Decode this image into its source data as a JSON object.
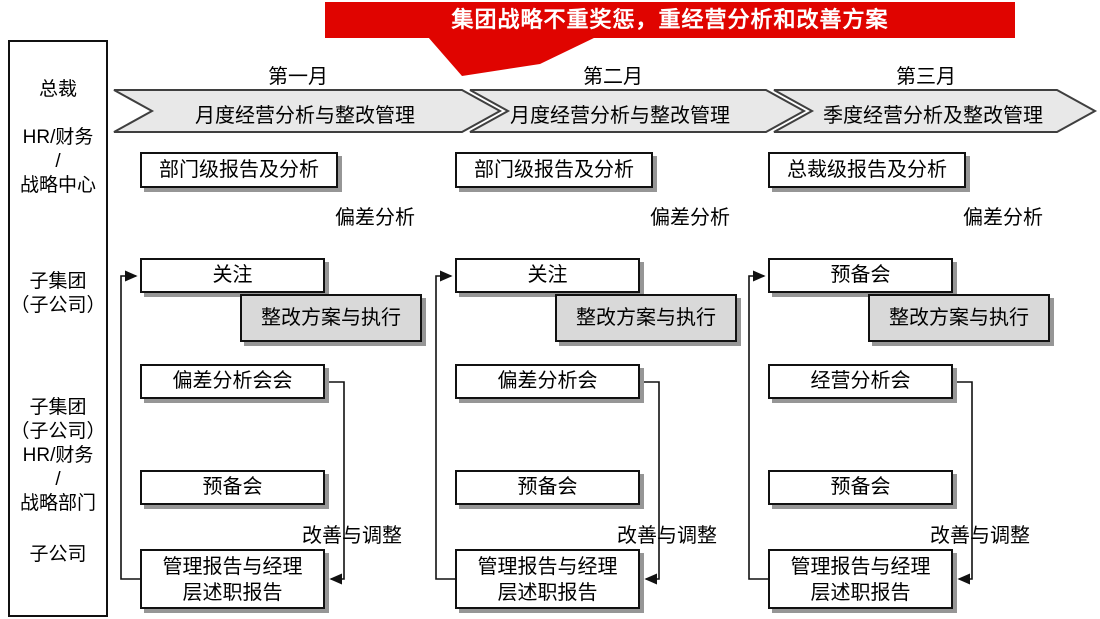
{
  "banner": {
    "text": "集团战略不重奖惩，重经营分析和改善方案",
    "color": "#e00400"
  },
  "sidebar": {
    "roles": [
      {
        "label": "总裁"
      },
      {
        "label": "HR/财务\n/\n战略中心"
      },
      {
        "label": "子集团\n（子公司）"
      },
      {
        "label": "子集团\n（子公司）\nHR/财务\n/\n战略部门"
      },
      {
        "label": "子公司"
      }
    ]
  },
  "columns": [
    {
      "month": "第一月",
      "band_label": "月度经营分析与整改管理",
      "report_box": "部门级报告及分析",
      "deviation_label": "偏差分析",
      "focus_box": "关注",
      "rectify_box": "整改方案与执行",
      "meeting_box": "偏差分析会会",
      "prep_box": "预备会",
      "adjust_label": "改善与调整",
      "management_box": "管理报告与经理\n层述职报告"
    },
    {
      "month": "第二月",
      "band_label": "月度经营分析与整改管理",
      "report_box": "部门级报告及分析",
      "deviation_label": "偏差分析",
      "focus_box": "关注",
      "rectify_box": "整改方案与执行",
      "meeting_box": "偏差分析会",
      "prep_box": "预备会",
      "adjust_label": "改善与调整",
      "management_box": "管理报告与经理\n层述职报告"
    },
    {
      "month": "第三月",
      "band_label": "季度经营分析及整改管理",
      "report_box": "总裁级报告及分析",
      "deviation_label": "偏差分析",
      "focus_box": "预备会",
      "rectify_box": "整改方案与执行",
      "meeting_box": "经营分析会",
      "prep_box": "预备会",
      "adjust_label": "改善与调整",
      "management_box": "管理报告与经理\n层述职报告"
    }
  ],
  "colors": {
    "banner_red": "#e00400",
    "chevron_fill": "#e8e8e8",
    "gray_box_fill": "#d9d9d9",
    "shadow_gray": "#969696"
  }
}
